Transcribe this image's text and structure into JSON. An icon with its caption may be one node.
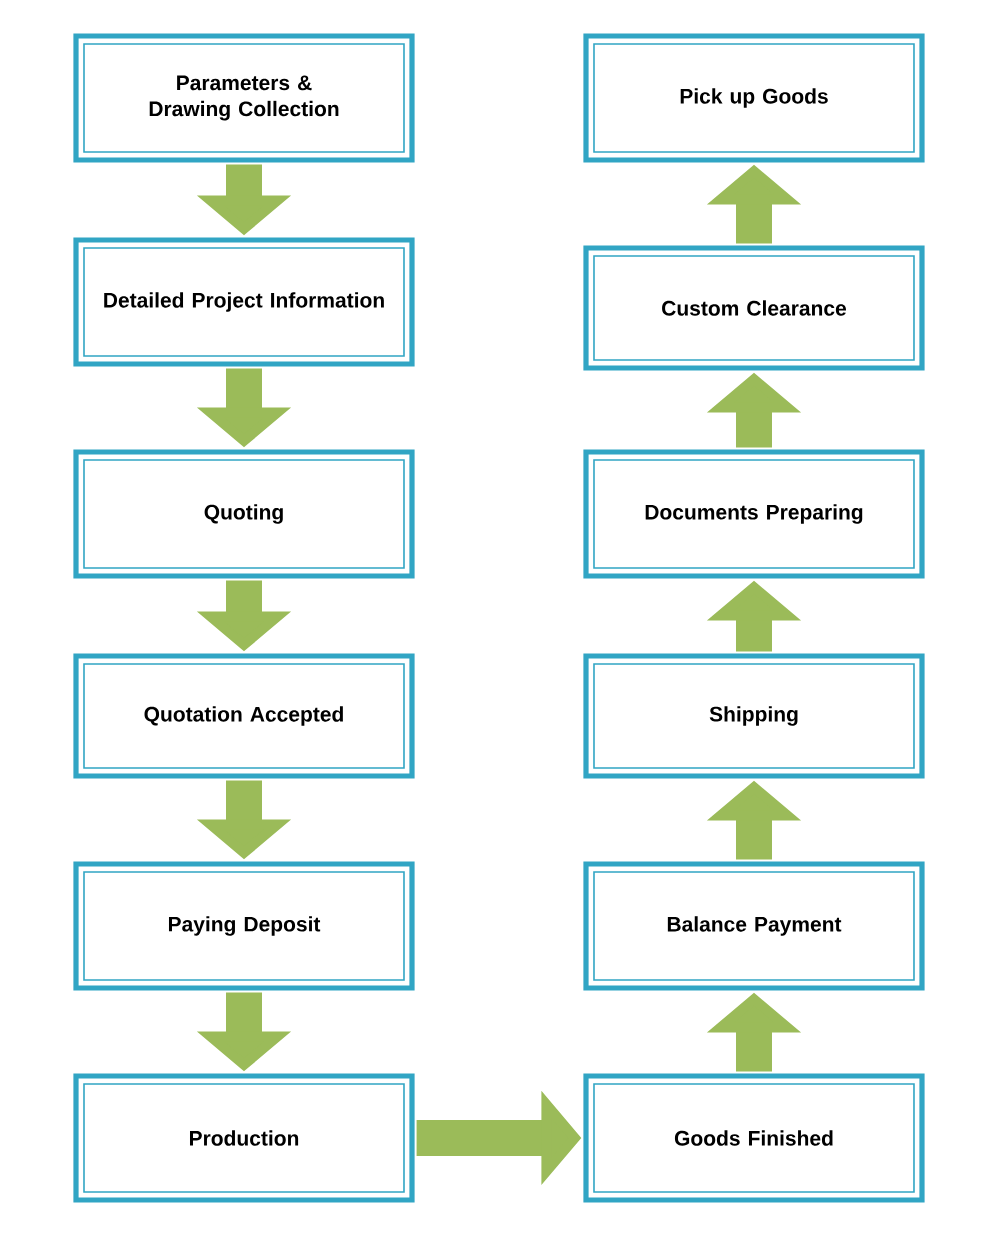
{
  "diagram": {
    "nodes": [
      {
        "text": [
          "Parameters & Drawing Collection"
        ]
      },
      {
        "text": [
          "Detailed Project Information"
        ]
      },
      {
        "text": [
          "Quoting"
        ]
      },
      {
        "text": [
          "Quotation Accepted"
        ]
      },
      {
        "text": [
          "Paying Deposit"
        ]
      },
      {
        "text": [
          "Production"
        ]
      },
      {
        "text": [
          "Pick up Goods"
        ]
      },
      {
        "text": [
          "Custom Clearance"
        ]
      },
      {
        "text": [
          "Documents Preparing"
        ]
      },
      {
        "text": [
          "Shipping"
        ]
      },
      {
        "text": [
          "Balance Payment"
        ]
      },
      {
        "text": [
          "Goods Finished"
        ]
      }
    ],
    "edges": [
      {
        "from": 0,
        "to": 1,
        "arrow": "to"
      },
      {
        "from": 1,
        "to": 2,
        "arrow": "to"
      },
      {
        "from": 2,
        "to": 3,
        "arrow": "to"
      },
      {
        "from": 3,
        "to": 4,
        "arrow": "to"
      },
      {
        "from": 4,
        "to": 5,
        "arrow": "to"
      },
      {
        "from": 5,
        "to": 11,
        "arrow": "to"
      },
      {
        "from": 11,
        "to": 10,
        "arrow": "to"
      },
      {
        "from": 10,
        "to": 9,
        "arrow": "to"
      },
      {
        "from": 9,
        "to": 8,
        "arrow": "to"
      },
      {
        "from": 8,
        "to": 7,
        "arrow": "to"
      },
      {
        "from": 7,
        "to": 6,
        "arrow": "to"
      }
    ]
  }
}
